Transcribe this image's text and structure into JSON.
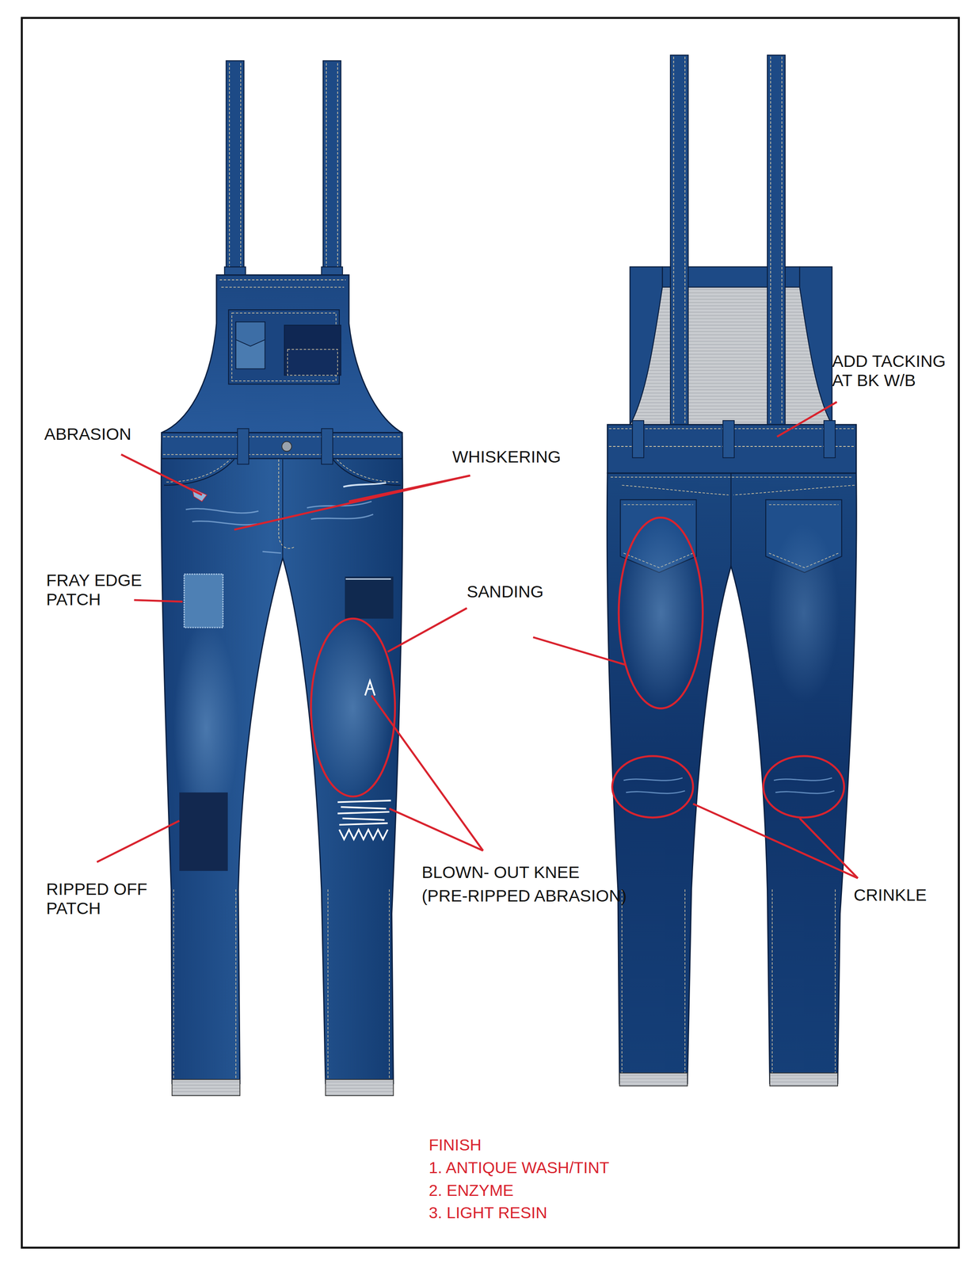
{
  "diagram": {
    "labels": [
      "ABRASION",
      "WHISKERING",
      "ADD TACKING AT BK W/B",
      "FRAY EDGE PATCH",
      "SANDING",
      "RIPPED OFF PATCH",
      "BLOWN- OUT KNEE",
      "(PRE-RIPPED ABRASION)",
      "CRINKLE",
      "FINISH",
      "1. ANTIQUE WASH/TINT",
      "2. ENZYME",
      "3. LIGHT RESIN"
    ]
  }
}
